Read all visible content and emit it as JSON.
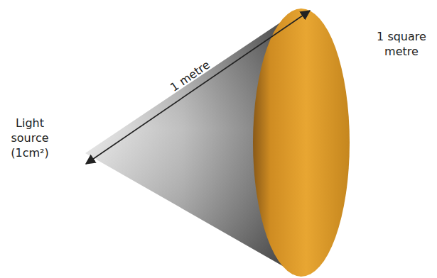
{
  "diagram": {
    "labels": [
      "1 metre",
      "Light source (1cm²)",
      "1 square metre"
    ]
  }
}
